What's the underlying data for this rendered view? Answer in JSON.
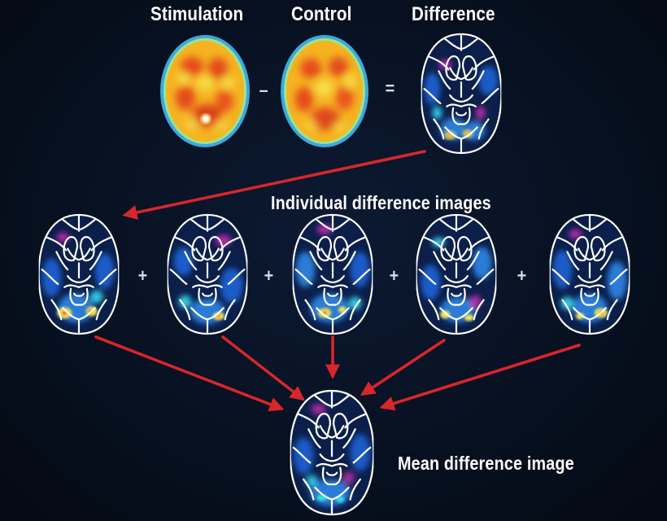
{
  "titles": {
    "stimulation": "Stimulation",
    "control": "Control",
    "difference": "Difference",
    "individual": "Individual difference images",
    "mean": "Mean difference image"
  },
  "operators": {
    "minus": "–",
    "equals": "=",
    "plus": "+"
  },
  "colors": {
    "background": "#07101f",
    "arrow": "#d8262b",
    "outline": "#ffffff",
    "pet_red": "#e8421c",
    "pet_orange": "#f59a1a",
    "pet_yellow": "#f7e64a",
    "pet_rim": "#4fc3ef",
    "diff_blue": "#1f5cc8",
    "diff_cyan": "#33c8e6",
    "diff_magenta": "#b02ca8"
  }
}
